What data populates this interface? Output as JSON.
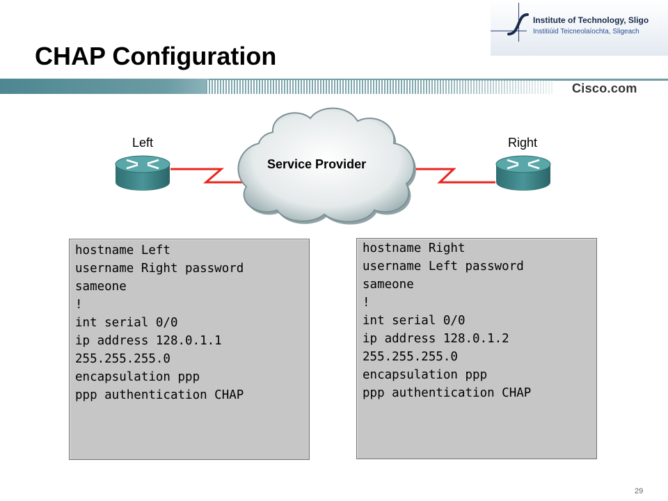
{
  "slide": {
    "title": "CHAP Configuration",
    "page_number": "29"
  },
  "institution": {
    "name": "Institute of Technology, Sligo",
    "name_irish": "Institiúid Teicneolaíochta, Sligeach"
  },
  "brand": {
    "cisco": "Cisco.com"
  },
  "diagram": {
    "left_router": "Left",
    "right_router": "Right",
    "cloud": "Service Provider"
  },
  "configs": {
    "left": [
      "hostname Left",
      "username Right password",
      "sameone",
      "!",
      "int serial 0/0",
      "ip address 128.0.1.1",
      "255.255.255.0",
      "encapsulation ppp",
      "ppp authentication CHAP"
    ],
    "right": [
      "hostname Right",
      "username Left password",
      "sameone",
      "!",
      "int serial 0/0",
      "ip address 128.0.1.2",
      "255.255.255.0",
      "encapsulation ppp",
      "ppp authentication CHAP"
    ]
  },
  "colors": {
    "serial_link": "#e8251d",
    "router_body": "#3e8a8d",
    "band": "#6c9ca4",
    "config_bg": "#c6c6c6"
  }
}
